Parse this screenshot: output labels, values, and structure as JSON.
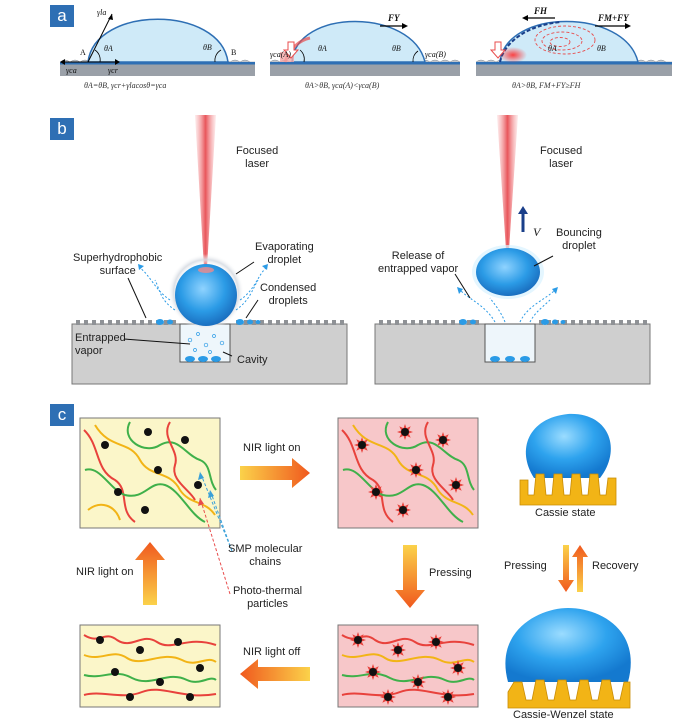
{
  "panels": {
    "a": {
      "tag": "a",
      "captions": [
        "θA=θB, γcr+γlacosθ=γca",
        "θA>θB, γca(A)<γca(B)",
        "θA>θB, FM+FY≥FH"
      ],
      "symbols": {
        "gamma_la": "γla",
        "gamma_cr": "γcr",
        "gamma_ca": "γca",
        "theta_a": "θA",
        "theta_b": "θB",
        "point_a": "A",
        "point_b": "B",
        "gamma_ca_a": "γca(A)",
        "gamma_ca_b": "γca(B)",
        "theta_a2": "θA",
        "theta_b2": "θB",
        "theta_a3": "θA",
        "theta_b3": "θB"
      },
      "forces": {
        "f_y": "FY",
        "f_h": "FH",
        "f_m_y": "FM+FY"
      }
    },
    "b": {
      "tag": "b",
      "left": {
        "laser": "Focused\nlaser",
        "superhydrophobic": "Superhydrophobic\nsurface",
        "evaporating": "Evaporating\ndroplet",
        "condensed": "Condensed\ndroplets",
        "entrapped": "Entrapped\nvapor",
        "cavity": "Cavity"
      },
      "right": {
        "laser": "Focused\nlaser",
        "bouncing": "Bouncing\ndroplet",
        "release": "Release of\nentrapped vapor",
        "velocity": "V"
      }
    },
    "c": {
      "tag": "c",
      "nir_on_top": "NIR light on",
      "nir_on_left": "NIR light on",
      "nir_off": "NIR light off",
      "pressing_mid": "Pressing",
      "smp": "SMP molecular\nchains",
      "photothermal": "Photo-thermal\nparticles",
      "cassie": "Cassie state",
      "cassie_wenzel": "Cassie-Wenzel state",
      "pressing_right": "Pressing",
      "recovery": "Recovery"
    }
  },
  "colors": {
    "accent_blue": "#2e6fb4",
    "droplet_blue": "#2b9be6",
    "laser_red": "#e8555a",
    "orange": "#f5901e",
    "pale_yellow": "#fbf6c9",
    "pale_pink": "#f7c7c9",
    "substrate_gray": "#cfcfcf",
    "pillar_gold": "#f2b416"
  }
}
